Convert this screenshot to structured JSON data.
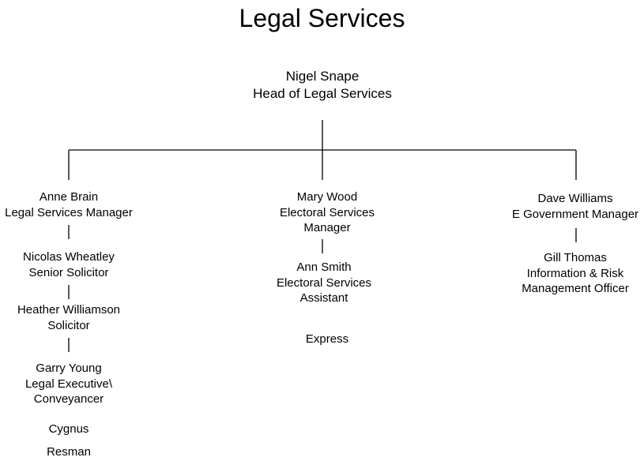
{
  "title": "Legal Services",
  "head": {
    "name": "Nigel Snape",
    "role": "Head of Legal Services"
  },
  "columns": [
    {
      "people": [
        {
          "name": "Anne Brain",
          "role": [
            "Legal Services Manager"
          ]
        },
        {
          "name": "Nicolas Wheatley",
          "role": [
            "Senior Solicitor"
          ]
        },
        {
          "name": "Heather Williamson",
          "role": [
            "Solicitor"
          ]
        },
        {
          "name": "Garry Young",
          "role": [
            "Legal Executive\\",
            "Conveyancer"
          ]
        }
      ],
      "notes": [
        "Cygnus",
        "Resman"
      ]
    },
    {
      "people": [
        {
          "name": "Mary Wood",
          "role": [
            "Electoral Services",
            "Manager"
          ]
        },
        {
          "name": "Ann Smith",
          "role": [
            "Electoral Services",
            "Assistant"
          ]
        }
      ],
      "notes": [
        "Express"
      ]
    },
    {
      "people": [
        {
          "name": "Dave Williams",
          "role": [
            "E Government Manager"
          ]
        },
        {
          "name": "Gill Thomas",
          "role": [
            "Information & Risk",
            "Management Officer"
          ]
        }
      ],
      "notes": []
    }
  ]
}
